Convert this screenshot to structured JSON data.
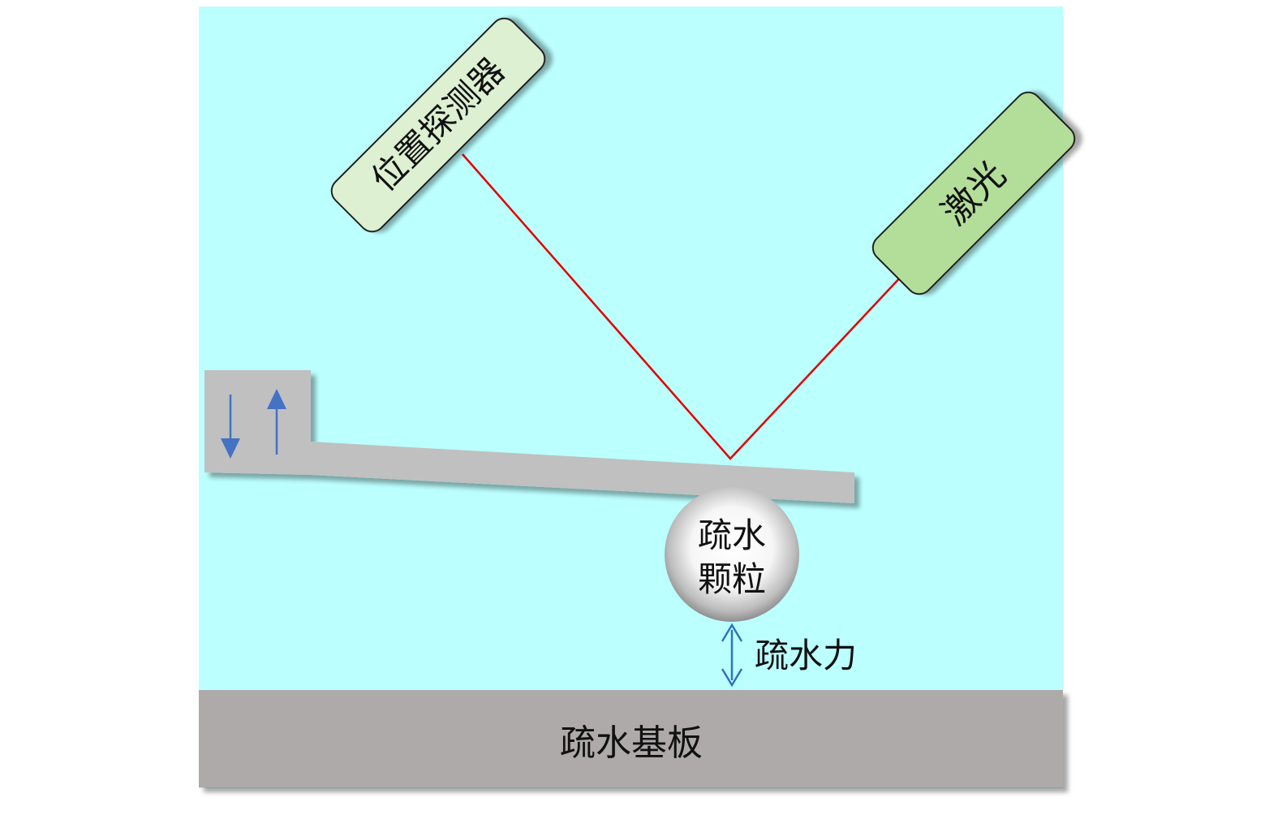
{
  "labels": {
    "detector": "位置探测器",
    "laser": "激光",
    "particle_line1": "疏水",
    "particle_line2": "颗粒",
    "force": "疏水力",
    "substrate": "疏水基板"
  },
  "colors": {
    "medium": "#BBFFFF",
    "substrate": "#AEAAAA",
    "cantilever": "#C0C0C0",
    "detector_box": "#DDF0D2",
    "laser_box": "#B3DE9A",
    "beam": "#E00000",
    "motion_arrows": "#4472C4",
    "force_arrow": "#2E75B6"
  },
  "icons": {
    "cantilever_motion": [
      "arrow-down-icon",
      "arrow-up-icon"
    ],
    "force": "double-arrow-icon"
  }
}
